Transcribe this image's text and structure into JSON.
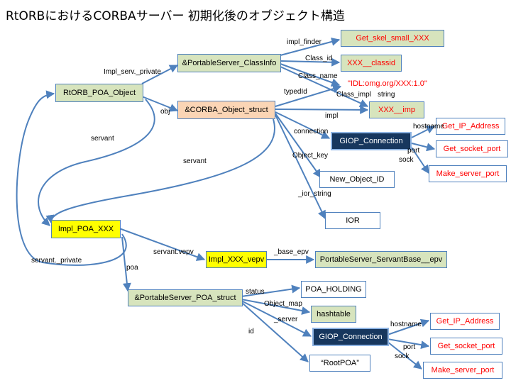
{
  "title": "RtORBにおけるCORBAサーバー 初期化後のオブジェクト構造",
  "nodes": {
    "rtorb_poa_object": "RtORB_POA_Object",
    "portableserver_classinfo": "&PortableServer_ClassInfo",
    "corba_object_struct": "&CORBA_Object_struct",
    "get_skel_small": "Get_skel_small_XXX",
    "xxx_classid": "XXX__classid",
    "idl_string": "\"IDL:omg.org/XXX:1.0\"",
    "xxx_imp": "XXX__imp",
    "giop_connection_1": "GIOP_Connection",
    "get_ip_address_1": "Get_IP_Address",
    "get_socket_port_1": "Get_socket_port",
    "make_server_port_1": "Make_server_port",
    "new_object_id": "New_Object_ID",
    "ior": "IOR",
    "impl_poa_xxx": "Impl_POA_XXX",
    "impl_xxx_vepv": "Impl_XXX_vepv",
    "servantbase_epv": "PortableServer_ServantBase__epv",
    "poa_struct": "&PortableServer_POA_struct",
    "poa_holding": "POA_HOLDING",
    "hashtable": "hashtable",
    "giop_connection_2": "GIOP_Connection",
    "get_ip_address_2": "Get_IP_Address",
    "get_socket_port_2": "Get_socket_port",
    "make_server_port_2": "Make_server_port",
    "rootpoa": "“RootPOA”"
  },
  "edge_labels": {
    "impl_serv_private": "Impl_serv._private",
    "impl_finder": "impl_finder",
    "class_id": "Class_id",
    "class_name": "Class_name",
    "typedid": "typedId",
    "class_impl": "Class_impl",
    "string": "string",
    "obj": "obj",
    "impl": "impl",
    "connection": "connection",
    "hostname_1": "hostname",
    "port_1": "port",
    "sock_1": "sock",
    "object_key": "Object_key",
    "ior_string": "_ior_string",
    "servant_1": "servant",
    "servant_2": "servant",
    "servant_private": "servant._private",
    "servant_vepv": "servant.vepv",
    "base_epv": "_base_epv",
    "poa": "poa",
    "status": "status",
    "object_map": "Object_map",
    "server": "_server",
    "id": "id",
    "hostname_2": "hostname",
    "port_2": "port",
    "sock_2": "sock"
  },
  "colors": {
    "arrow": "#4f81bd",
    "green_fill": "#d7e4bd",
    "peach_fill": "#fbd5b5",
    "yellow_fill": "#ffff00",
    "navy_fill": "#17375e",
    "red_text": "#ff0000"
  }
}
